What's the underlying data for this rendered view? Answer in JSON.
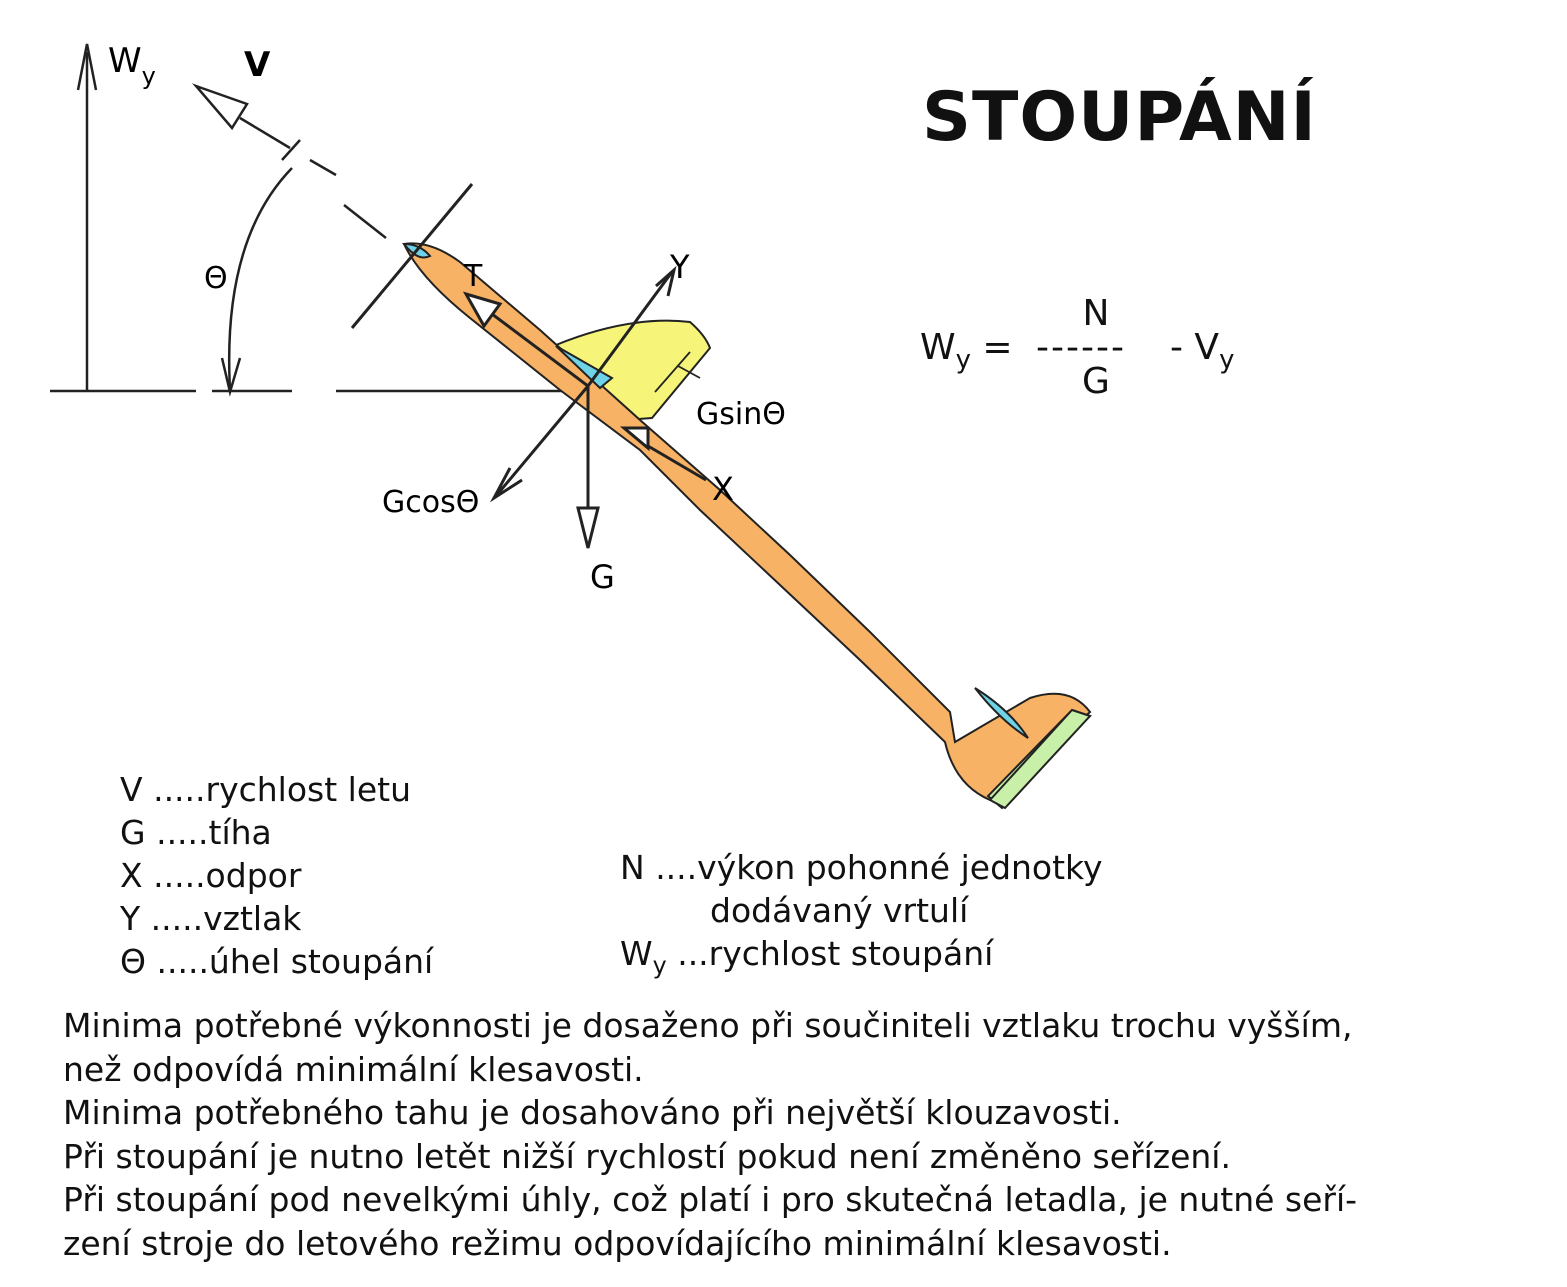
{
  "title": "STOUPÁNÍ",
  "diagram_labels": {
    "wy": "W",
    "wy_sub": "y",
    "v": "V",
    "theta": "Θ",
    "t": "T",
    "y": "Y",
    "x": "X",
    "g": "G",
    "g_sin": "Gsin",
    "g_cos": "Gcos"
  },
  "formula": {
    "lhs": "W",
    "lhs_sub": "y",
    "equals": "=",
    "numerator": "N",
    "fraction_bar": "------",
    "denominator": "G",
    "rhs": "- V",
    "rhs_sub": "y"
  },
  "legend_left": [
    {
      "symbol": "V",
      "text": ".....rychlost letu"
    },
    {
      "symbol": "G",
      "text": ".....tíha"
    },
    {
      "symbol": "X",
      "text": ".....odpor"
    },
    {
      "symbol": "Y",
      "text": ".....vztlak"
    },
    {
      "symbol": "Θ",
      "text": ".....úhel stoupání"
    }
  ],
  "legend_right": {
    "n_symbol": "N",
    "n_text": "....výkon pohonné jednotky",
    "n_text_cont": "dodávaný vrtulí",
    "wy_symbol": "W",
    "wy_sub": "y",
    "wy_text": "...rychlost stoupání"
  },
  "notes": [
    "Minima potřebné výkonnosti je dosaženo při součiniteli vztlaku trochu vyšším,",
    "než odpovídá minimální klesavosti.",
    "Minima potřebného tahu je dosahováno při největší klouzavosti.",
    "Při stoupání je nutno letět nižší rychlostí pokud není změněno seřízení.",
    "Při stoupání pod nevelkými úhly, což platí i pro skutečná letadla, je nutné seří-",
    "zení stroje do letového režimu odpovídajícího minimální klesavosti."
  ],
  "colors": {
    "fuselage": "#f7b266",
    "wing": "#f6f57a",
    "cockpit": "#6fd3e8",
    "elevator": "#c9f0a8",
    "ink": "#222222"
  }
}
